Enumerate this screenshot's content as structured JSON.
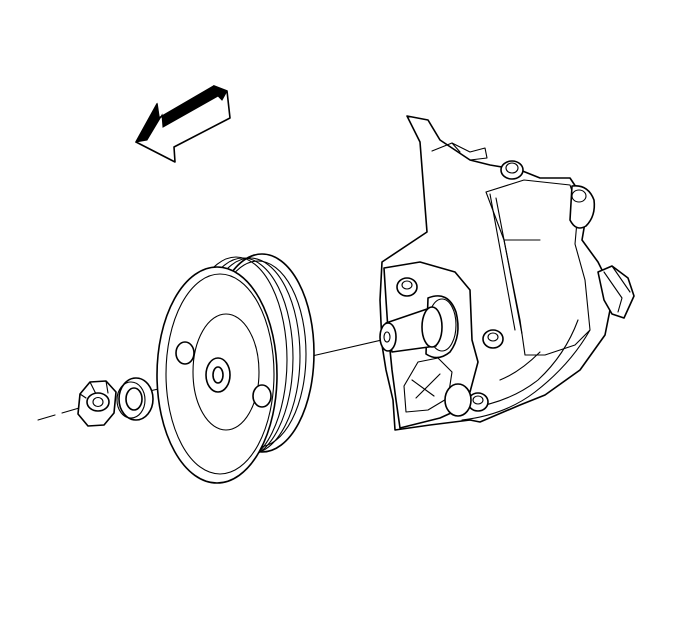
{
  "diagram": {
    "labels": [],
    "parts": [
      "direction-arrow",
      "hex-nut",
      "washer",
      "pulley",
      "pump-shaft",
      "power-steering-pump",
      "mounting-bracket"
    ],
    "colors": {
      "line": "#000000",
      "background": "#ffffff"
    }
  }
}
